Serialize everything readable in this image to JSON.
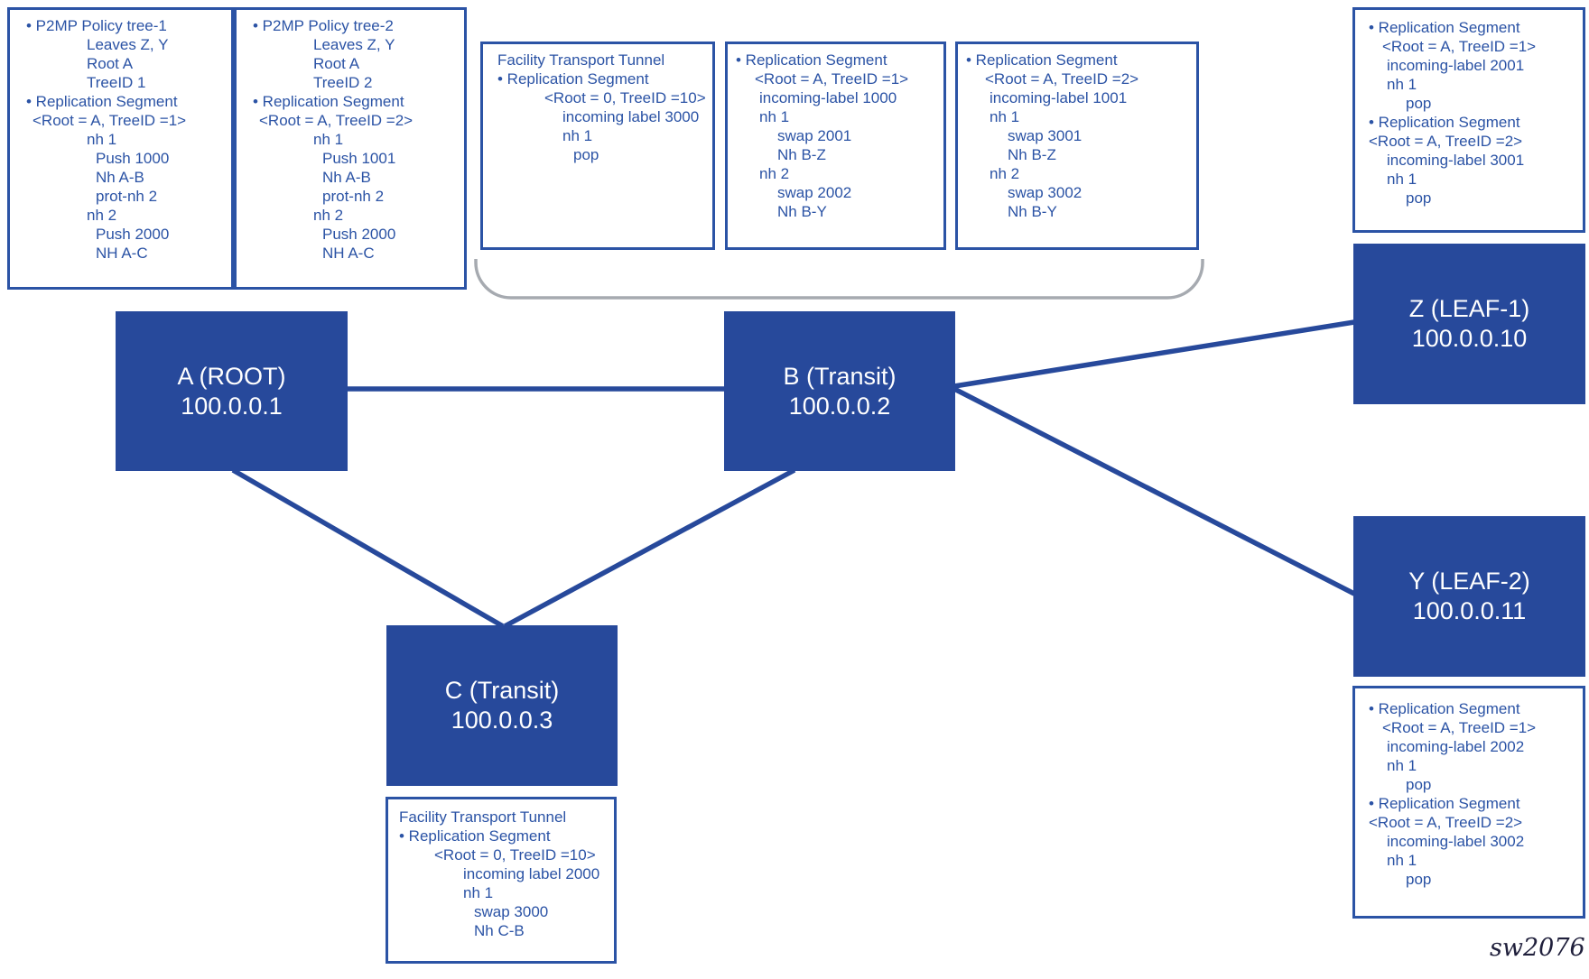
{
  "watermark": "sw2076",
  "nodes": {
    "a": {
      "label": "A (ROOT)",
      "address": "100.0.0.1"
    },
    "b": {
      "label": "B (Transit)",
      "address": "100.0.0.2"
    },
    "c": {
      "label": "C (Transit)",
      "address": "100.0.0.3"
    },
    "z": {
      "label": "Z (LEAF-1)",
      "address": "100.0.0.10"
    },
    "y": {
      "label": "Y (LEAF-2)",
      "address": "100.0.0.11"
    }
  },
  "boxes": {
    "policy_tree_1": {
      "lines": [
        {
          "t": "• P2MP Policy tree-1",
          "i": 0
        },
        {
          "t": "Leaves Z, Y",
          "i": 67
        },
        {
          "t": "Root A",
          "i": 67
        },
        {
          "t": "TreeID 1",
          "i": 67
        },
        {
          "t": "• Replication Segment",
          "i": 0
        },
        {
          "t": "<Root = A, TreeID =1>",
          "i": 7
        },
        {
          "t": "nh 1",
          "i": 67
        },
        {
          "t": "Push 1000",
          "i": 77
        },
        {
          "t": "Nh A-B",
          "i": 77
        },
        {
          "t": "prot-nh 2",
          "i": 77
        },
        {
          "t": "nh 2",
          "i": 67
        },
        {
          "t": "Push 2000",
          "i": 77
        },
        {
          "t": "NH A-C",
          "i": 77
        }
      ]
    },
    "policy_tree_2": {
      "lines": [
        {
          "t": "• P2MP Policy tree-2",
          "i": 0
        },
        {
          "t": "Leaves Z, Y",
          "i": 67
        },
        {
          "t": "Root A",
          "i": 67
        },
        {
          "t": "TreeID 2",
          "i": 67
        },
        {
          "t": "• Replication Segment",
          "i": 0
        },
        {
          "t": "<Root = A, TreeID =2>",
          "i": 7
        },
        {
          "t": "nh 1",
          "i": 67
        },
        {
          "t": "Push 1001",
          "i": 77
        },
        {
          "t": "Nh A-B",
          "i": 77
        },
        {
          "t": "prot-nh 2",
          "i": 77
        },
        {
          "t": "nh 2",
          "i": 67
        },
        {
          "t": "Push 2000",
          "i": 77
        },
        {
          "t": "NH A-C",
          "i": 77
        }
      ]
    },
    "transit_b_tunnel": {
      "lines": [
        {
          "t": "Facility Transport Tunnel",
          "i": 0
        },
        {
          "t": "• Replication Segment",
          "i": 0
        },
        {
          "t": "<Root = 0, TreeID =10>",
          "i": 52
        },
        {
          "t": "incoming label 3000",
          "i": 72
        },
        {
          "t": "nh 1",
          "i": 72
        },
        {
          "t": "pop",
          "i": 84
        }
      ]
    },
    "transit_b_rs1": {
      "lines": [
        {
          "t": "• Replication Segment",
          "i": 0
        },
        {
          "t": "<Root = A, TreeID =1>",
          "i": 21
        },
        {
          "t": "incoming-label 1000",
          "i": 26
        },
        {
          "t": "nh 1",
          "i": 26
        },
        {
          "t": "swap 2001",
          "i": 46
        },
        {
          "t": "Nh B-Z",
          "i": 46
        },
        {
          "t": "nh 2",
          "i": 26
        },
        {
          "t": "swap 2002",
          "i": 46
        },
        {
          "t": "Nh B-Y",
          "i": 46
        }
      ]
    },
    "transit_b_rs2": {
      "lines": [
        {
          "t": "• Replication Segment",
          "i": 0
        },
        {
          "t": "<Root = A, TreeID =2>",
          "i": 21
        },
        {
          "t": "incoming-label 1001",
          "i": 26
        },
        {
          "t": "nh 1",
          "i": 26
        },
        {
          "t": "swap 3001",
          "i": 46
        },
        {
          "t": "Nh B-Z",
          "i": 46
        },
        {
          "t": "nh 2",
          "i": 26
        },
        {
          "t": "swap 3002",
          "i": 46
        },
        {
          "t": "Nh B-Y",
          "i": 46
        }
      ]
    },
    "leaf_z_rs": {
      "lines": [
        {
          "t": "• Replication Segment",
          "i": 0
        },
        {
          "t": "<Root = A, TreeID =1>",
          "i": 15
        },
        {
          "t": "incoming-label 2001",
          "i": 20
        },
        {
          "t": "nh 1",
          "i": 20
        },
        {
          "t": "pop",
          "i": 41
        },
        {
          "t": "• Replication Segment",
          "i": 0
        },
        {
          "t": "<Root = A, TreeID =2>",
          "i": 0
        },
        {
          "t": "incoming-label 3001",
          "i": 20
        },
        {
          "t": "nh 1",
          "i": 20
        },
        {
          "t": "pop",
          "i": 41
        }
      ]
    },
    "leaf_y_rs": {
      "lines": [
        {
          "t": "• Replication Segment",
          "i": 0
        },
        {
          "t": "<Root = A, TreeID =1>",
          "i": 15
        },
        {
          "t": "incoming-label 2002",
          "i": 20
        },
        {
          "t": "nh 1",
          "i": 20
        },
        {
          "t": "pop",
          "i": 41
        },
        {
          "t": "• Replication Segment",
          "i": 0
        },
        {
          "t": "<Root = A, TreeID =2>",
          "i": 0
        },
        {
          "t": "incoming-label 3002",
          "i": 20
        },
        {
          "t": "nh 1",
          "i": 20
        },
        {
          "t": "pop",
          "i": 41
        }
      ]
    },
    "transit_c_tunnel": {
      "lines": [
        {
          "t": "Facility Transport Tunnel",
          "i": 0
        },
        {
          "t": "• Replication Segment",
          "i": 0
        },
        {
          "t": "<Root = 0, TreeID =10>",
          "i": 39
        },
        {
          "t": "incoming label 2000",
          "i": 71
        },
        {
          "t": "nh 1",
          "i": 71
        },
        {
          "t": "swap 3000",
          "i": 83
        },
        {
          "t": "Nh C-B",
          "i": 83
        }
      ]
    }
  }
}
